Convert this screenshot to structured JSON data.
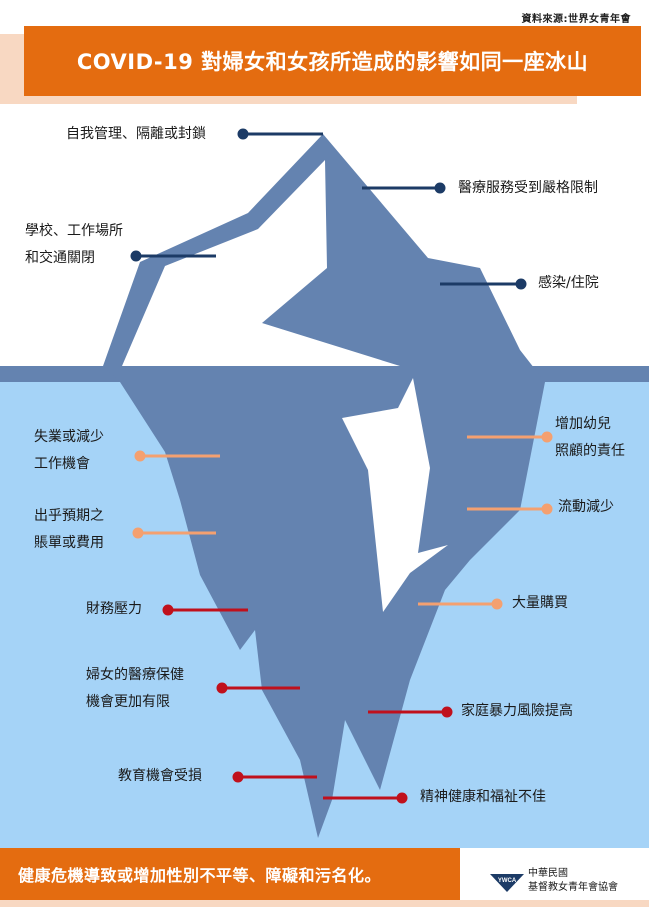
{
  "source": "資料來源:世界女青年會",
  "title": "COVID-19 對婦女和女孩所造成的影響如同一座冰山",
  "footer": "健康危機導致或增加性別不平等、障礙和污名化。",
  "org": {
    "line1": "中華民國",
    "line2": "基督教女青年會協會",
    "logo_text": "YWCA"
  },
  "colors": {
    "orange": "#e46c10",
    "peach": "#f8d8c2",
    "water": "#a5d3f7",
    "ice": "#6483b0",
    "above_line": "#1c3b66",
    "below_light": "#f4a070",
    "below_dark": "#c0101c"
  },
  "above_water": [
    {
      "text": "自我管理、隔離或封鎖"
    },
    {
      "text": "醫療服務受到嚴格限制"
    },
    {
      "text": "學校、工作場所"
    },
    {
      "text": "和交通關閉"
    },
    {
      "text": "感染/住院"
    }
  ],
  "below_light": [
    {
      "text": "失業或減少"
    },
    {
      "text": "工作機會"
    },
    {
      "text": "增加幼兒"
    },
    {
      "text": "照顧的責任"
    },
    {
      "text": "出乎預期之"
    },
    {
      "text": "賬單或費用"
    },
    {
      "text": "流動減少"
    },
    {
      "text": "大量購買"
    }
  ],
  "below_dark": [
    {
      "text": "財務壓力"
    },
    {
      "text": "婦女的醫療保健"
    },
    {
      "text": "機會更加有限"
    },
    {
      "text": "家庭暴力風險提高"
    },
    {
      "text": "教育機會受損"
    },
    {
      "text": "精神健康和福祉不佳"
    }
  ]
}
